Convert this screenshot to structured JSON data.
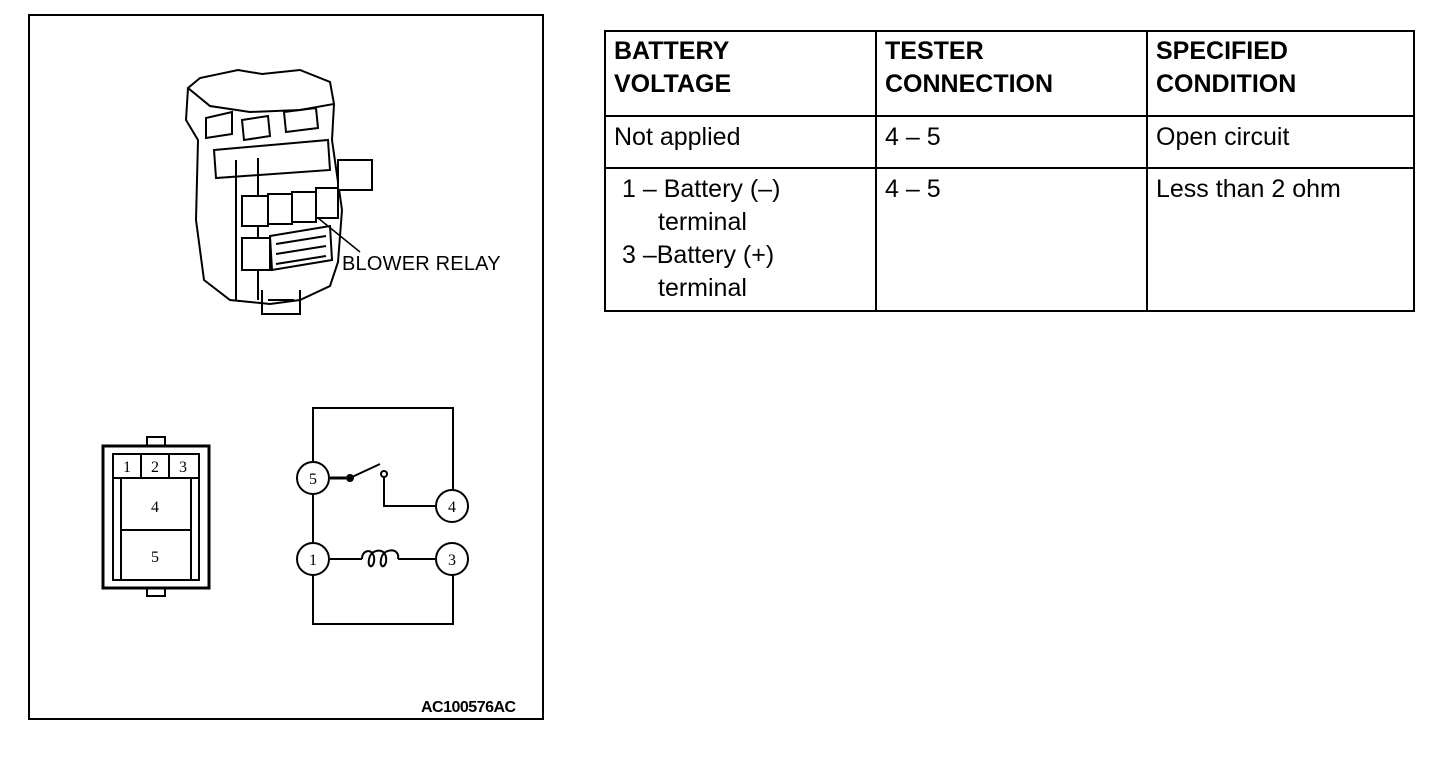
{
  "figure": {
    "callout_label": "BLOWER RELAY",
    "figure_code": "AC100576AC",
    "connector_pins": [
      "1",
      "2",
      "3",
      "4",
      "5"
    ],
    "circuit_terminals": [
      "5",
      "4",
      "1",
      "3"
    ]
  },
  "table": {
    "headers": [
      [
        "BATTERY",
        "VOLTAGE"
      ],
      [
        "TESTER",
        "CONNECTION"
      ],
      [
        "SPECIFIED",
        "CONDITION"
      ]
    ],
    "rows": [
      {
        "battery_voltage": [
          "Not applied"
        ],
        "tester_connection": "4 – 5",
        "specified_condition": "Open circuit"
      },
      {
        "battery_voltage": [
          "1 – Battery (–)",
          "terminal",
          "3 –Battery (+)",
          "terminal"
        ],
        "tester_connection": "4 – 5",
        "specified_condition": "Less than 2 ohm"
      }
    ]
  }
}
